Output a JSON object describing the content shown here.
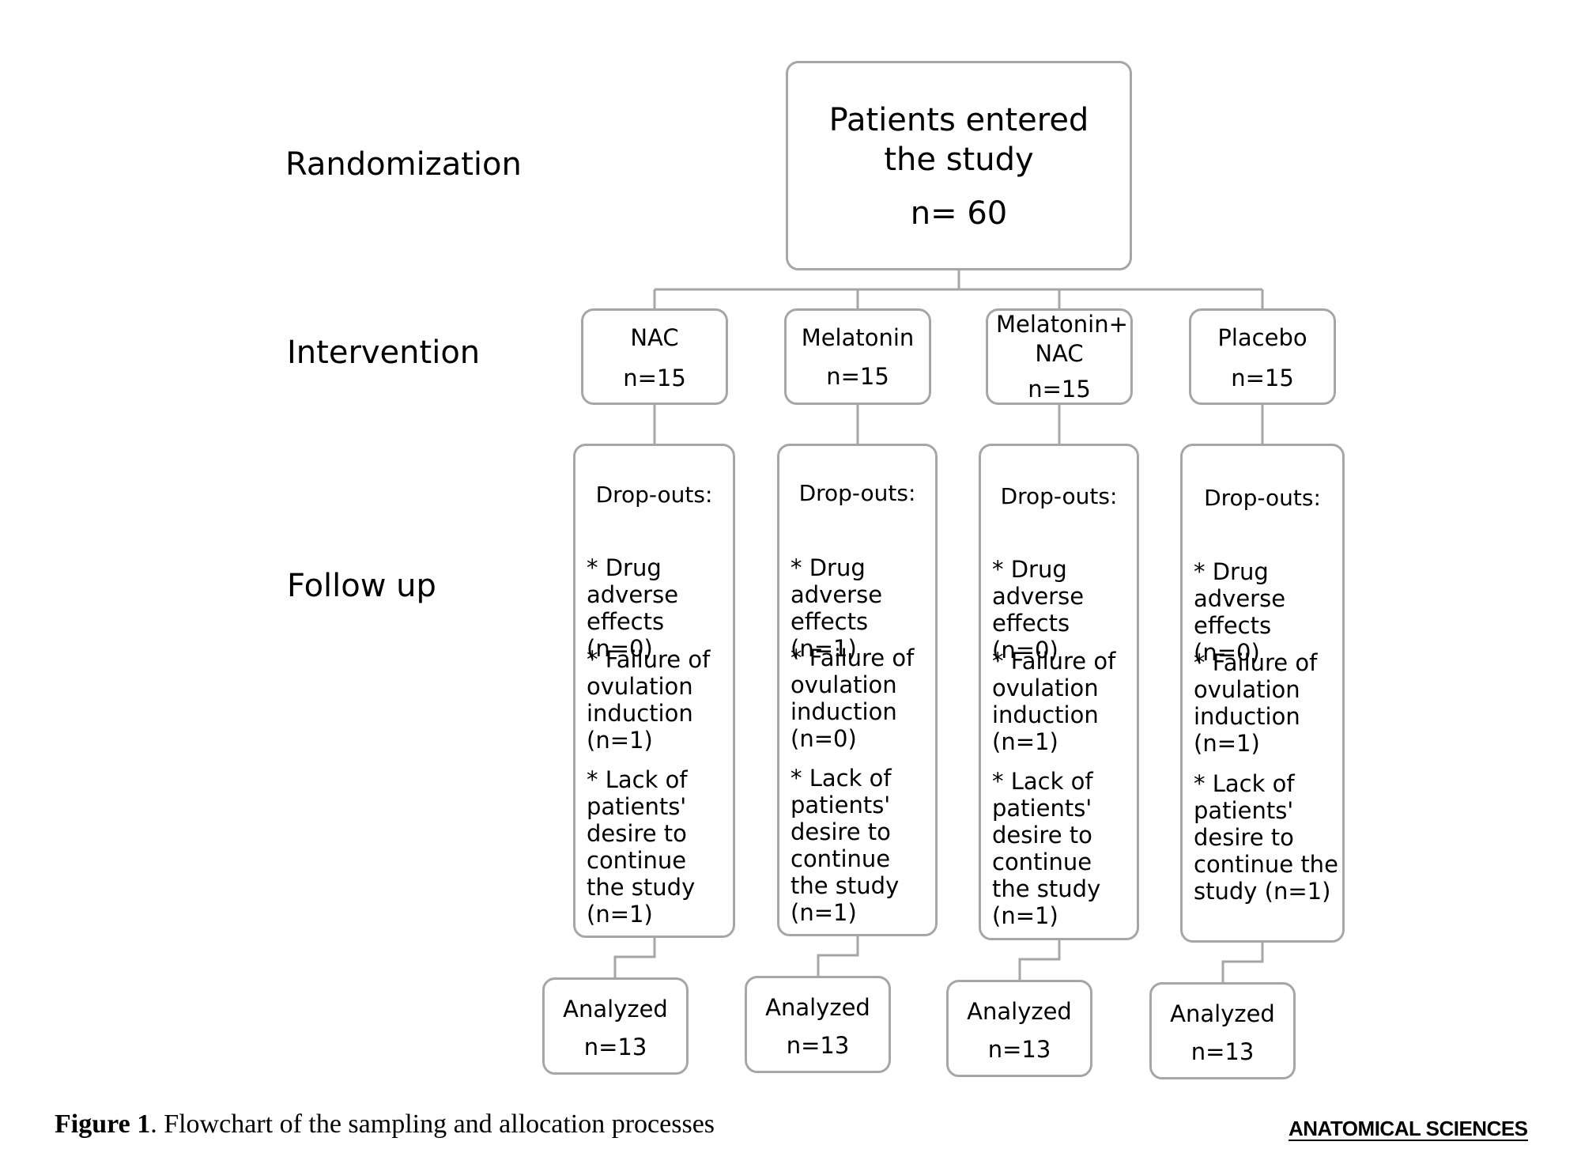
{
  "stages": {
    "randomization": "Randomization",
    "intervention": "Intervention",
    "follow_up": "Follow up"
  },
  "root": {
    "title": "Patients entered the study",
    "n": "n= 60"
  },
  "groups": [
    {
      "name": "NAC",
      "n": "n=15",
      "dropouts_title": "Drop-outs:",
      "dropouts": [
        "* Drug adverse effects (n=0)",
        "* Failure of ovulation induction (n=1)",
        "* Lack of patients' desire to continue the study (n=1)"
      ],
      "analyzed_label": "Analyzed",
      "analyzed_n": "n=13"
    },
    {
      "name": "Melatonin",
      "n": "n=15",
      "dropouts_title": "Drop-outs:",
      "dropouts": [
        "* Drug adverse effects (n=1)",
        "* Failure of ovulation induction (n=0)",
        "* Lack of patients' desire to continue the study (n=1)"
      ],
      "analyzed_label": "Analyzed",
      "analyzed_n": "n=13"
    },
    {
      "name": "Melatonin+ NAC",
      "n": "n=15",
      "dropouts_title": "Drop-outs:",
      "dropouts": [
        "* Drug adverse effects (n=0)",
        "* Failure of ovulation induction (n=1)",
        "* Lack of patients' desire to continue the study (n=1)"
      ],
      "analyzed_label": "Analyzed",
      "analyzed_n": "n=13"
    },
    {
      "name": "Placebo",
      "n": "n=15",
      "dropouts_title": "Drop-outs:",
      "dropouts": [
        "* Drug adverse effects (n=0)",
        "* Failure of ovulation induction (n=1)",
        "* Lack of patients' desire to continue the study (n=1)"
      ],
      "analyzed_label": "Analyzed",
      "analyzed_n": "n=13"
    }
  ],
  "caption": {
    "label": "Figure 1",
    "text": ". Flowchart of the sampling and allocation processes"
  },
  "logo_text": "ANATOMICAL SCIENCES",
  "colors": {
    "box_border": "#a6a6a6",
    "connector": "#a6a6a6",
    "text": "#000000"
  }
}
